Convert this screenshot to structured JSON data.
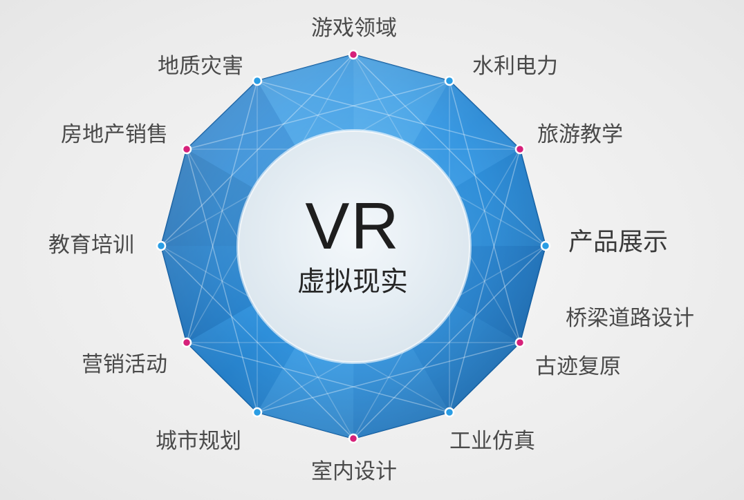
{
  "center": {
    "title": "VR",
    "subtitle": "虚拟现实"
  },
  "labels": [
    "游戏领域",
    "水利电力",
    "旅游教学",
    "产品展示",
    "桥梁道路设计",
    "古迹复原",
    "工业仿真",
    "室内设计",
    "城市规划",
    "营销活动",
    "教育培训",
    "房地产销售",
    "地质灾害"
  ],
  "colors": {
    "outer_dark": "#1467b0",
    "outer_mid": "#2a8fde",
    "inner_light": "#5fb6f2",
    "center_circle": "#e4edf4",
    "dot_magenta": "#d6217a",
    "dot_blue": "#2a9de4"
  }
}
